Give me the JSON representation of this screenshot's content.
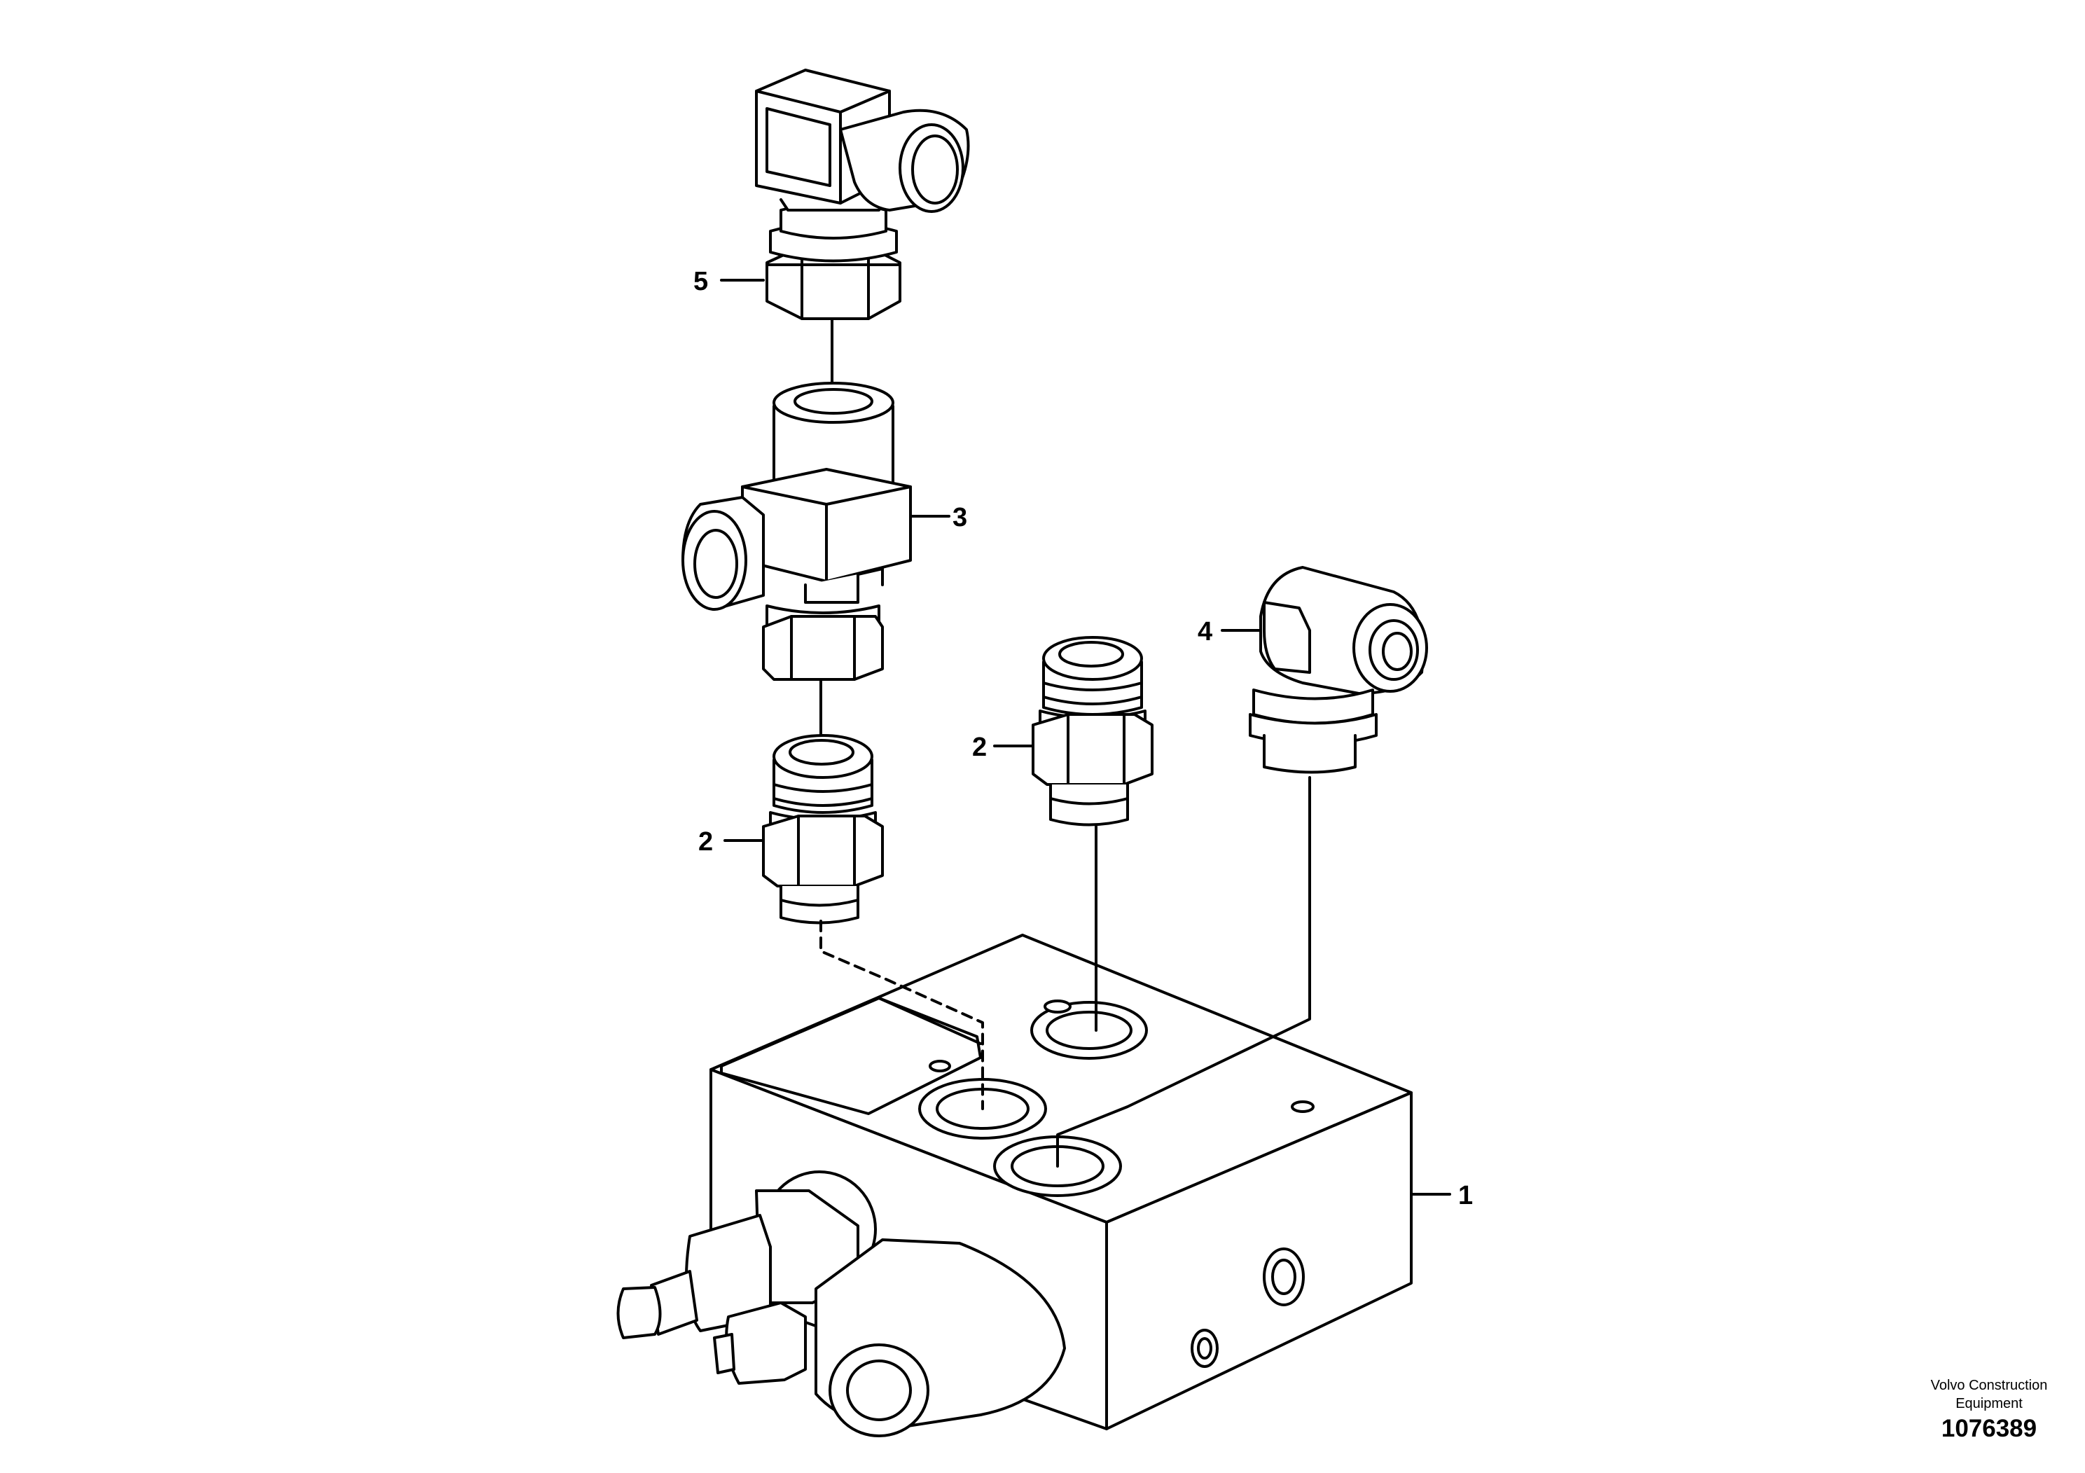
{
  "callouts": {
    "part1": "1",
    "part2_left": "2",
    "part2_middle": "2",
    "part3": "3",
    "part4": "4",
    "part5": "5"
  },
  "credit": {
    "line1": "Volvo Construction",
    "line2": "Equipment",
    "image_number": "1076389"
  }
}
